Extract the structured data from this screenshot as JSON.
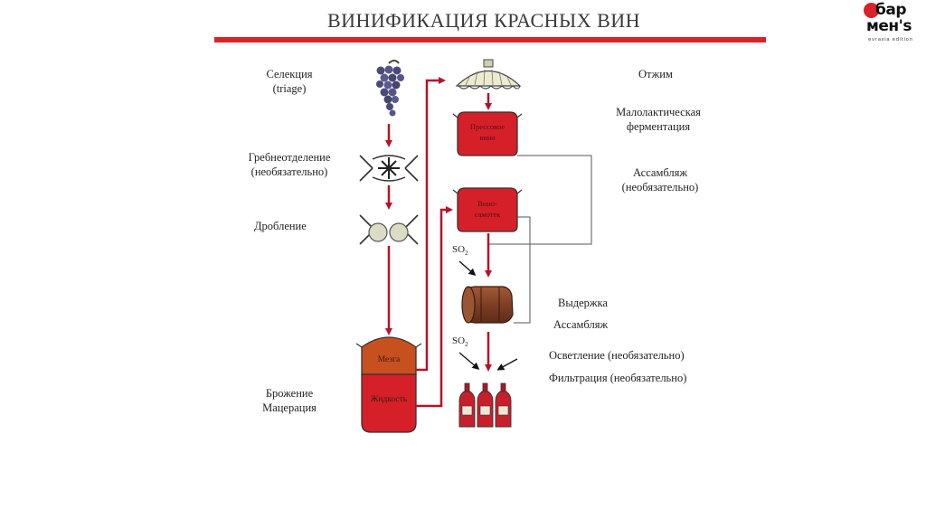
{
  "title": "ВИНИФИКАЦИЯ КРАСНЫХ ВИН",
  "logo": {
    "line1": "бар",
    "line2": "мен's",
    "line3": "evrasia edition"
  },
  "colors": {
    "accent": "#d8232a",
    "tank": "#d5202a",
    "cap": "#c8501f",
    "barrel": "#8b4a2e"
  },
  "left_labels": {
    "selection": [
      "Селекция",
      "(triage)"
    ],
    "destemming": [
      "Гребнеотделение",
      "(необязательно)"
    ],
    "crushing": "Дробление",
    "fermentation": [
      "Брожение",
      "Мацерация"
    ]
  },
  "right_labels": {
    "pressing": "Отжим",
    "malolactic": [
      "Малолактическая",
      "ферментация"
    ],
    "assemblage1": [
      "Ассамбляж",
      "(необязательно)"
    ],
    "aging": "Выдержка",
    "assemblage2": "Ассамбляж",
    "fining": "Осветление (необязательно)",
    "filtration": "Фильтрация (необязательно)"
  },
  "tank_labels": {
    "press_wine": [
      "Прессовое",
      "вино"
    ],
    "free_run": [
      "Вино-",
      "самотек"
    ],
    "pomace": "Мезга",
    "juice": "Жидкость"
  },
  "so2": {
    "base": "SO",
    "sub": "2"
  }
}
